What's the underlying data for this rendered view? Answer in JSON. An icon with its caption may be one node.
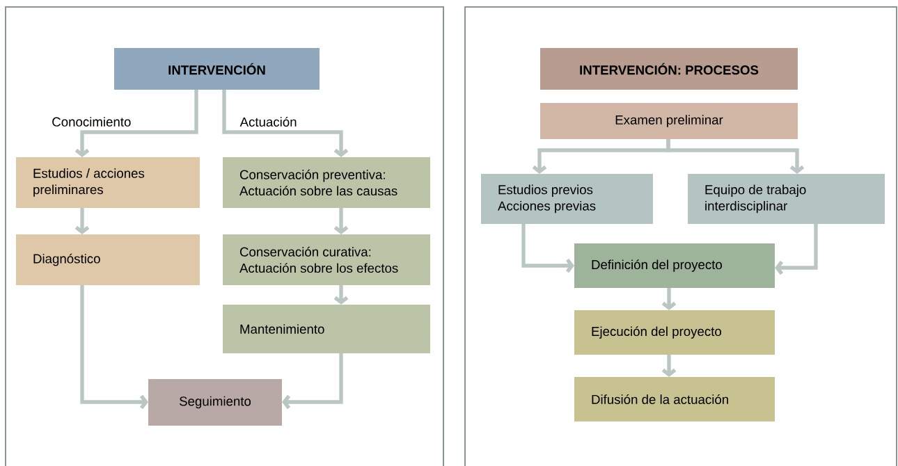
{
  "diagram": {
    "nodes": [
      {
        "text": [
          "INTERVENCIÓN"
        ]
      },
      {
        "text": [
          "Estudios / acciones preliminares"
        ]
      },
      {
        "text": [
          "Diagnóstico"
        ]
      },
      {
        "text": [
          "Conservación preventiva: Actuación sobre las causas"
        ]
      },
      {
        "text": [
          "Conservación curativa: Actuación sobre los efectos"
        ]
      },
      {
        "text": [
          "Mantenimiento"
        ]
      },
      {
        "text": [
          "Seguimiento"
        ]
      },
      {
        "text": [
          "INTERVENCIÓN: PROCESOS"
        ]
      },
      {
        "text": [
          "Examen preliminar"
        ]
      },
      {
        "text": [
          "Estudios previos Acciones previas"
        ]
      },
      {
        "text": [
          "Equipo de trabajo interdisciplinar"
        ]
      },
      {
        "text": [
          "Definición del proyecto"
        ]
      },
      {
        "text": [
          "Ejecución del proyecto"
        ]
      },
      {
        "text": [
          "Difusión de la actuación"
        ]
      }
    ],
    "edges": [
      {
        "from": 0,
        "to": 1,
        "arrow": "to",
        "label": "Conocimiento"
      },
      {
        "from": 0,
        "to": 3,
        "arrow": "to",
        "label": "Actuación"
      },
      {
        "from": 1,
        "to": 2,
        "arrow": "to"
      },
      {
        "from": 3,
        "to": 4,
        "arrow": "to"
      },
      {
        "from": 4,
        "to": 5,
        "arrow": "to"
      },
      {
        "from": 2,
        "to": 6,
        "arrow": "to"
      },
      {
        "from": 5,
        "to": 6,
        "arrow": "to"
      },
      {
        "from": 8,
        "to": 9,
        "arrow": "to"
      },
      {
        "from": 8,
        "to": 10,
        "arrow": "to"
      },
      {
        "from": 9,
        "to": 11,
        "arrow": "to"
      },
      {
        "from": 10,
        "to": 11,
        "arrow": "to"
      },
      {
        "from": 11,
        "to": 12,
        "arrow": "to"
      },
      {
        "from": 12,
        "to": 13,
        "arrow": "to"
      }
    ]
  }
}
